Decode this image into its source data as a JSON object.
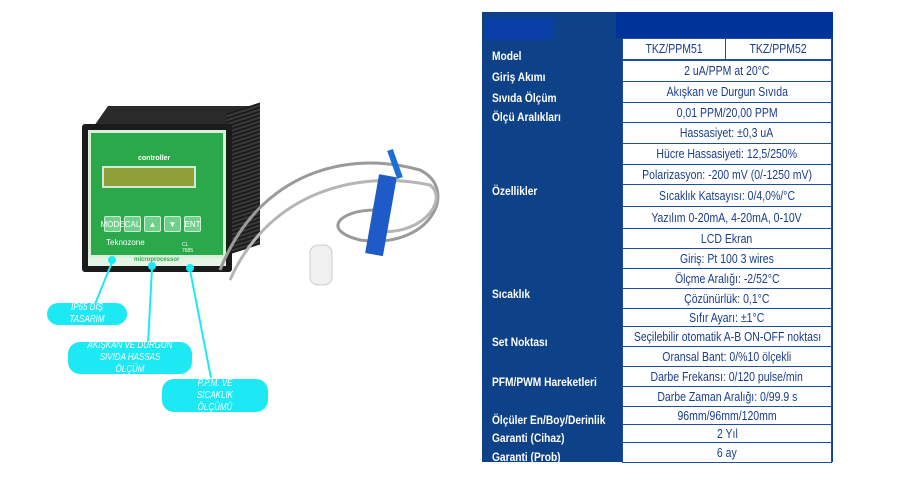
{
  "product": {
    "brand": "Teknozone",
    "panel_label": "controller",
    "model_label": "CL 7685",
    "strip_label": "microprocessor",
    "buttons": [
      {
        "label": "MODE"
      },
      {
        "label": "CAL"
      },
      {
        "label": "▲"
      },
      {
        "label": "▼"
      },
      {
        "label": "ENT"
      }
    ]
  },
  "callouts": [
    {
      "text": "IP65 DIŞ TASARIM"
    },
    {
      "text": "AKIŞKAN VE DURGUN SIVIDA HASSAS ÖLÇÜM"
    },
    {
      "text": "P.P.M. VE SICAKLIK ÖLÇÜMÜ"
    }
  ],
  "spec": {
    "labels": [
      "Model",
      "Giriş Akımı",
      "Sıvıda Ölçüm",
      "Ölçü Aralıkları",
      "Özellikler",
      "Sıcaklık",
      "Set Noktası",
      "PFM/PWM Hareketleri",
      "Ölçüler En/Boy/Derinlik",
      "Garanti (Cihaz)",
      "Garanti (Prob)"
    ],
    "models": [
      "TKZ/PPM51",
      "TKZ/PPM52"
    ],
    "values": [
      "2 uA/PPM at 20°C",
      "Akışkan ve Durgun Sıvıda",
      "0,01 PPM/20,00 PPM",
      "Hassasiyet: ±0,3 uA",
      "Hücre Hassasiyeti: 12,5/250%",
      "Polarizasyon: -200 mV (0/-1250 mV)",
      "Sıcaklık Katsayısı: 0/4,0%/°C",
      "Yazılım 0-20mA, 4-20mA, 0-10V",
      "LCD Ekran",
      "Giriş: Pt 100 3 wires",
      "Ölçme Aralığı: -2/52°C",
      "Çözünürlük: 0,1°C",
      "Sıfır Ayarı: ±1°C",
      "Seçilebilir otomatik A-B ON-OFF noktası",
      "Oransal Bant: 0/%10 ölçekli",
      "Darbe Frekansı: 0/120 pulse/min",
      "Darbe Zaman Aralığı: 0/99.9 s",
      "96mm/96mm/120mm",
      "2 Yıl",
      "6 ay"
    ]
  },
  "colors": {
    "navy": "#0d4288",
    "header": "#003399",
    "cyan": "#1de9f4",
    "panel": "#2aa84a"
  }
}
